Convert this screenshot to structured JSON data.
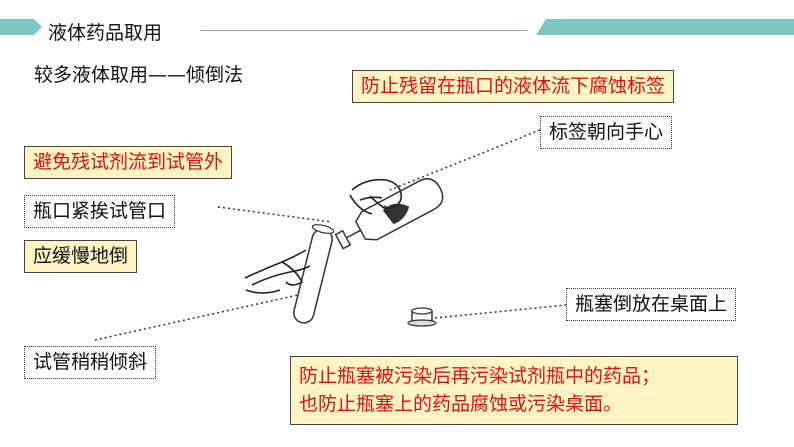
{
  "header": {
    "title": "液体药品取用",
    "accent_color": "#7cc7c4"
  },
  "subtitle": "较多液体取用——倾倒法",
  "labels": {
    "prevent_label_corrosion": "防止残留在瓶口的液体流下腐蚀标签",
    "label_toward_palm": "标签朝向手心",
    "avoid_outside": "避免残试剂流到试管外",
    "mouth_close": "瓶口紧挨试管口",
    "pour_slowly": "应缓慢地倒",
    "stopper_upside_down": "瓶塞倒放在桌面上",
    "tube_tilted": "试管稍稍倾斜",
    "stopper_reason_line1": "防止瓶塞被污染后再污染试剂瓶中的药品；",
    "stopper_reason_line2": "也防止瓶塞上的药品腐蚀或污染桌面。"
  },
  "colors": {
    "warning_text": "#d11111",
    "highlight_bg": "#fff4c4"
  },
  "icons": [
    "bottle-icon",
    "test-tube-icon",
    "hand-icon",
    "stopper-icon"
  ]
}
